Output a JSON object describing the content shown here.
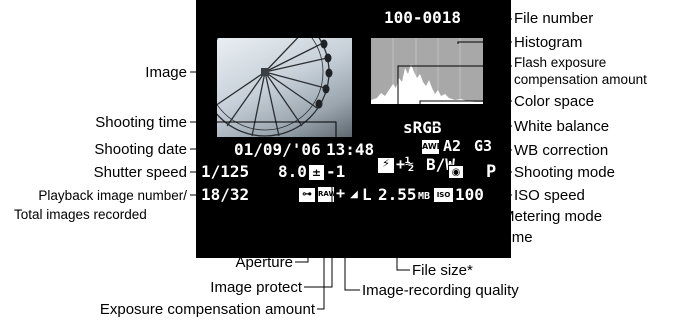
{
  "lcd": {
    "file_number": "100-0018",
    "color_space": "sRGB",
    "white_balance": "A2",
    "wb_correction": "G3",
    "shooting_date": "01/09/'06",
    "shooting_time": "13:48",
    "shutter_speed": "1/125",
    "aperture": "8.0",
    "exposure_comp": "-1",
    "flash_comp": "+½",
    "monochrome": "B/W",
    "shooting_mode": "P",
    "playback_number": "18/32",
    "file_size": "2.55",
    "file_size_unit": "MB",
    "iso": "100",
    "icons": {
      "awb": "AWB",
      "flash_comp": "flash-exposure-compensation-icon",
      "exp_comp": "exposure-compensation-icon",
      "protect": "protect-key-icon",
      "raw": "RAW",
      "quality": "image-quality-icon",
      "metering": "metering-mode-icon",
      "iso": "ISO"
    }
  },
  "labels": {
    "file_number": "File number",
    "histogram": "Histogram",
    "flash_comp_1": "Flash exposure",
    "flash_comp_2": "compensation amount",
    "color_space": "Color space",
    "white_balance": "White balance",
    "wb_correction": "WB correction",
    "shooting_mode": "Shooting mode",
    "iso_speed": "ISO speed",
    "metering_mode": "Metering mode",
    "monochrome": "Monochrome",
    "file_size": "File size*",
    "image_quality": "Image-recording quality",
    "exposure_comp": "Exposure compensation amount",
    "image_protect": "Image protect",
    "aperture": "Aperture",
    "image": "Image",
    "shooting_time": "Shooting time",
    "shooting_date": "Shooting date",
    "shutter_speed": "Shutter speed",
    "playback_1": "Playback image number/",
    "playback_2": "Total images recorded"
  },
  "colors": {
    "lcd_background": "#000000",
    "lcd_text": "#ffffff",
    "histogram_background": "#a8a8a8",
    "histogram_fill": "#ffffff",
    "leader_lines": "#000000"
  }
}
